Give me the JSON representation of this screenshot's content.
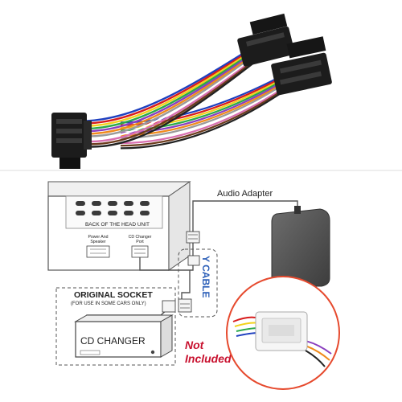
{
  "labels": {
    "audio_adapter": "Audio Adapter",
    "back_of_head_unit": "BACK OF THE HEAD UNIT",
    "power_speaker_1": "Power And",
    "power_speaker_2": "Speaker",
    "cd_port_1": "CD Changer",
    "cd_port_2": "Port",
    "y_cable": "Y CABLE",
    "original_socket": "ORIGINAL SOCKET",
    "original_socket_note": "(FOR USE IN SOME CARS ONLY)",
    "cd_changer": "CD CHANGER",
    "not_included_1": "Not",
    "not_included_2": "Included"
  },
  "colors": {
    "not_included_text": "#c8102e",
    "connector_black": "#1c1c1c",
    "adapter_box": "#555555",
    "inset_circle": "#e64a2e"
  },
  "wire_colors": [
    "#1e3fbf",
    "#d81c1c",
    "#f2d21b",
    "#2aa84a",
    "#8a3fbf",
    "#f08a1c",
    "#9a9a9a",
    "#ffffff",
    "#d86fb0",
    "#6b3b1c",
    "#222222"
  ]
}
